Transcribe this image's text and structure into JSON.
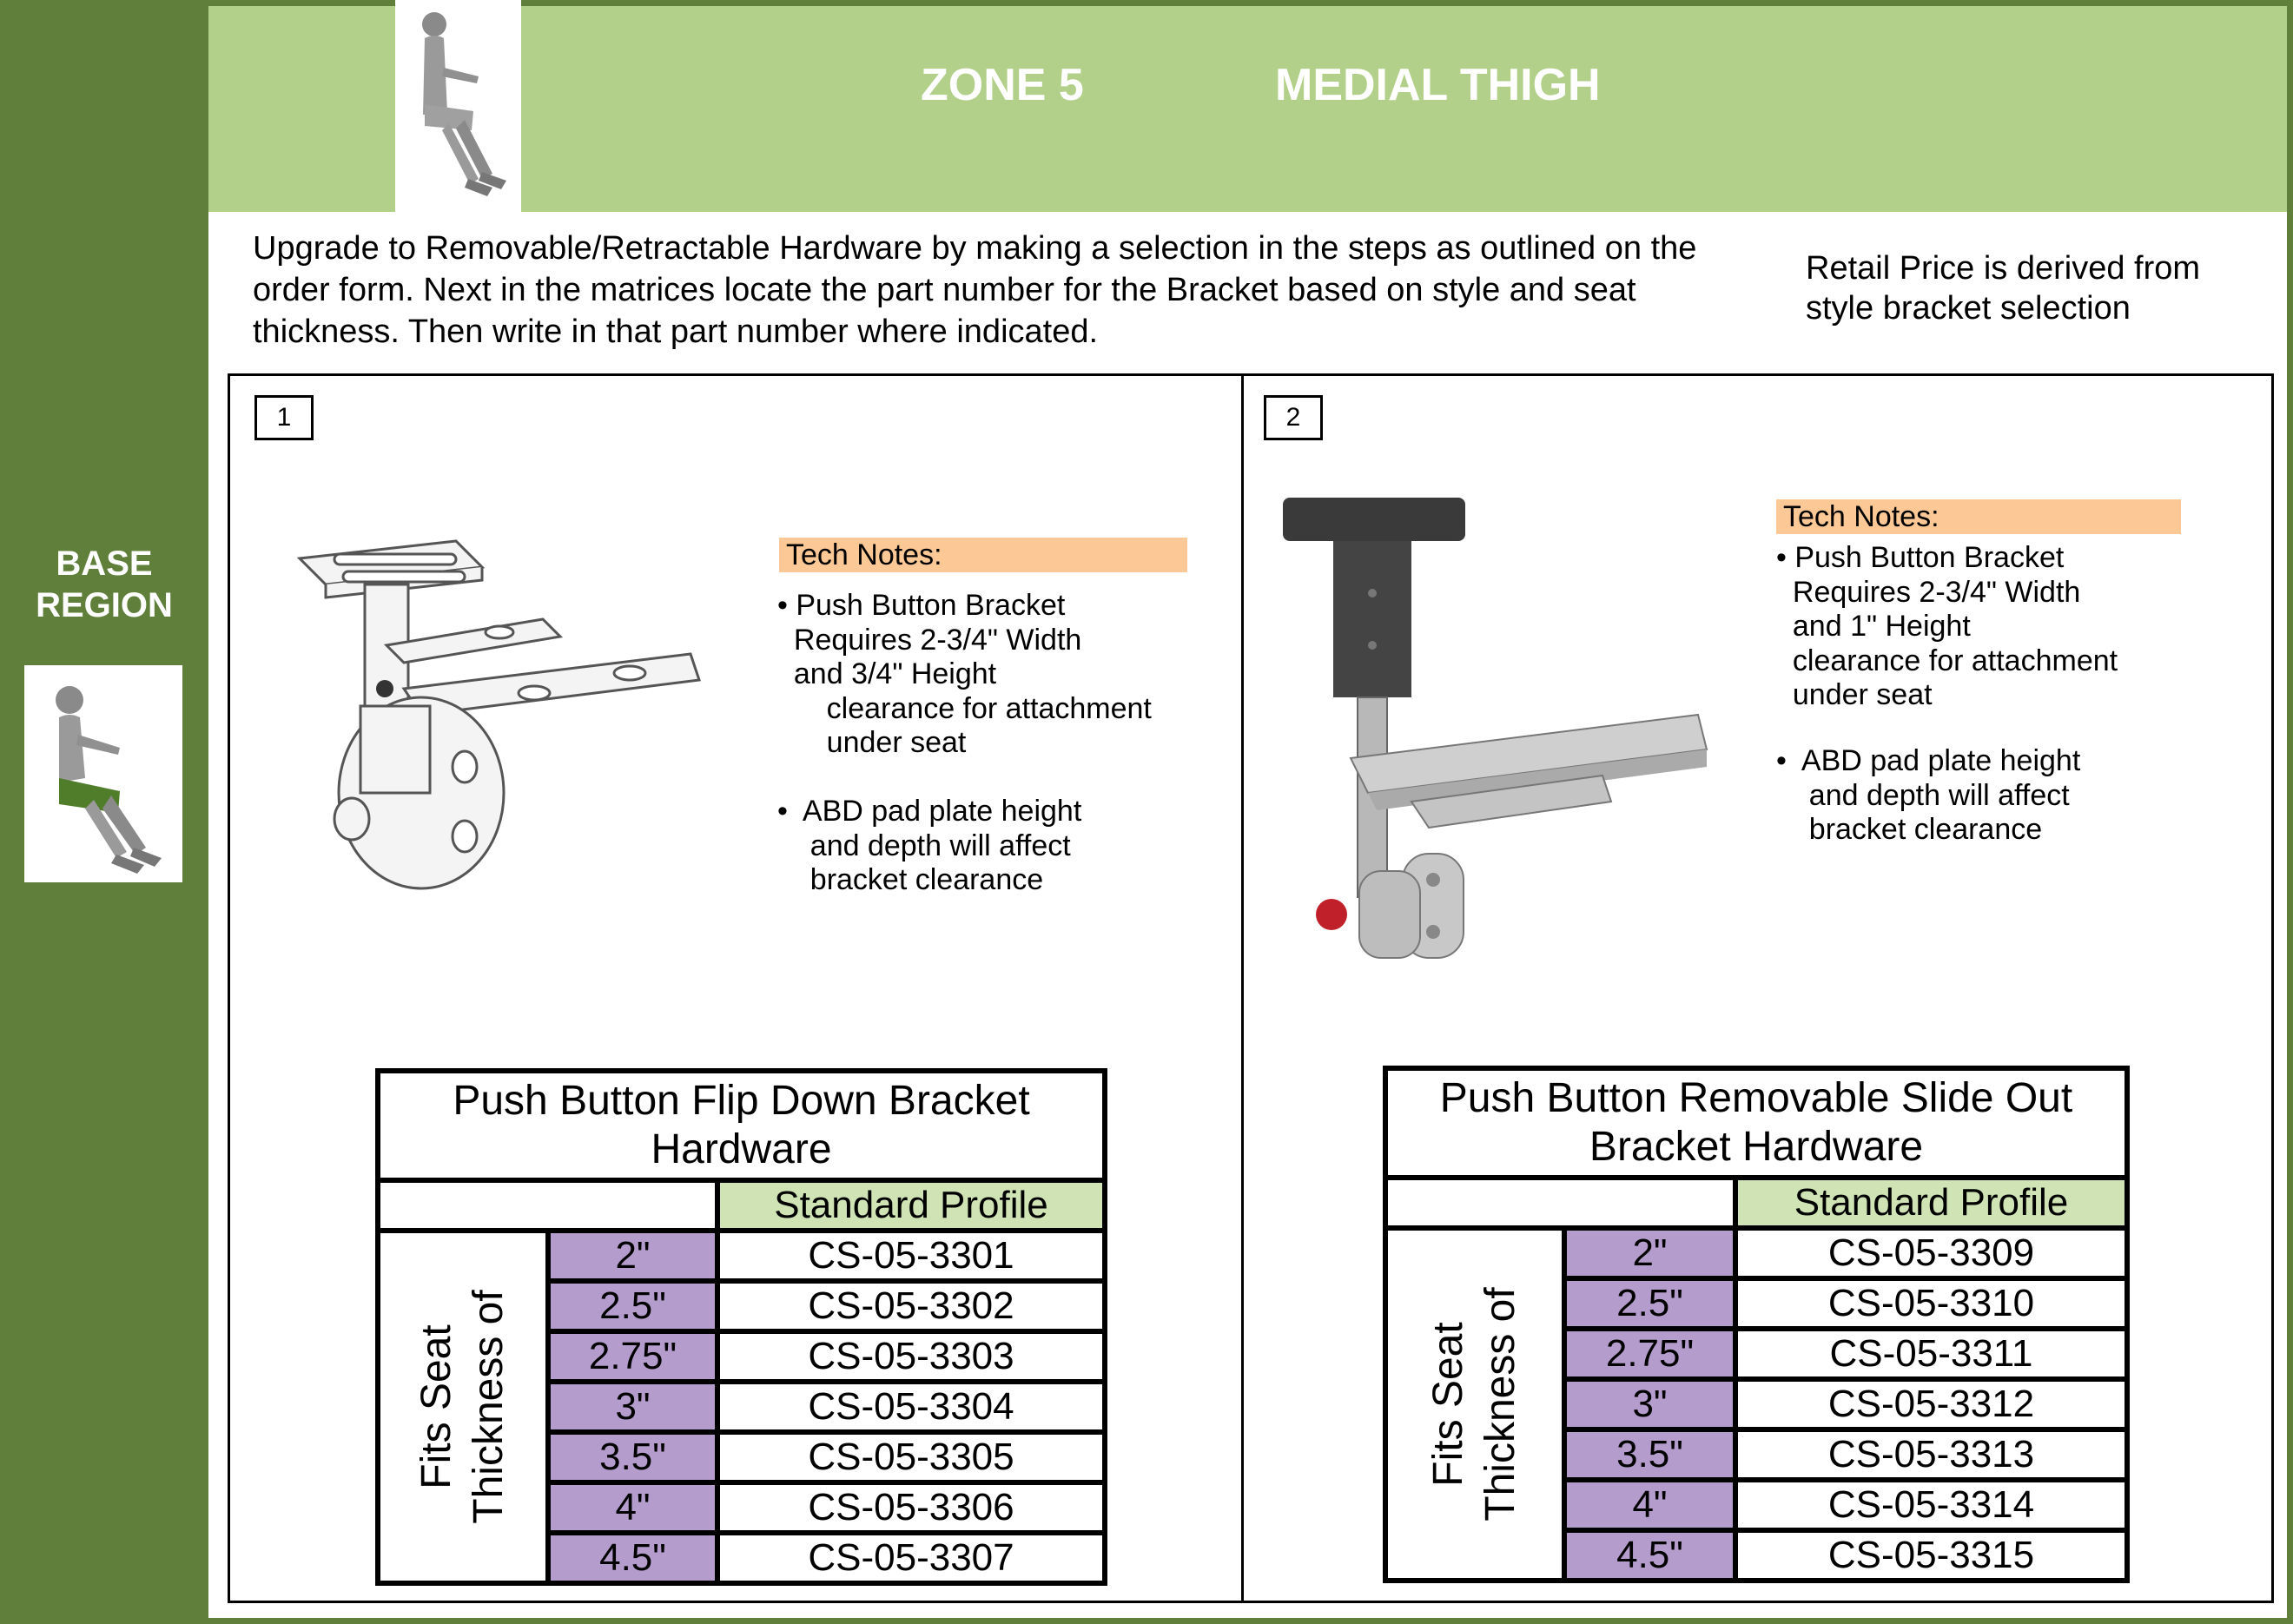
{
  "sidebar": {
    "region_title": "BASE\nREGION"
  },
  "header": {
    "zone": "ZONE 5",
    "zone_name": "MEDIAL THIGH"
  },
  "intro": "Upgrade to Removable/Retractable Hardware by making a selection in the steps as outlined on the order form. Next in the matrices locate the part number for the Bracket based on style and seat thickness. Then write in that part number where indicated.",
  "price_note": "Retail Price is derived from style bracket selection",
  "panels": [
    {
      "step": "1",
      "tech_head": "Tech Notes:",
      "tech_notes": [
        "• Push Button Bracket\n  Requires 2-3/4\" Width\n  and 3/4\" Height\n      clearance for attachment\n      under seat",
        "•  ABD pad plate height\n    and depth will affect\n    bracket clearance"
      ],
      "table_title": "Push Button Flip Down Bracket Hardware",
      "profile": "Standard Profile",
      "side_label": "Fits Seat\nThickness of",
      "rows": [
        {
          "thickness": "2\"",
          "part": "CS-05-3301"
        },
        {
          "thickness": "2.5\"",
          "part": "CS-05-3302"
        },
        {
          "thickness": "2.75\"",
          "part": "CS-05-3303"
        },
        {
          "thickness": "3\"",
          "part": "CS-05-3304"
        },
        {
          "thickness": "3.5\"",
          "part": "CS-05-3305"
        },
        {
          "thickness": "4\"",
          "part": "CS-05-3306"
        },
        {
          "thickness": "4.5\"",
          "part": "CS-05-3307"
        }
      ]
    },
    {
      "step": "2",
      "tech_head": "Tech Notes:",
      "tech_notes": [
        "• Push Button Bracket\n  Requires 2-3/4\" Width\n  and 1\" Height\n  clearance for attachment\n  under seat",
        "•  ABD pad plate height\n    and depth will affect\n    bracket clearance"
      ],
      "table_title": "Push Button Removable Slide Out Bracket Hardware",
      "profile": "Standard Profile",
      "side_label": "Fits Seat\nThickness of",
      "rows": [
        {
          "thickness": "2\"",
          "part": "CS-05-3309"
        },
        {
          "thickness": "2.5\"",
          "part": "CS-05-3310"
        },
        {
          "thickness": "2.75\"",
          "part": "CS-05-3311"
        },
        {
          "thickness": "3\"",
          "part": "CS-05-3312"
        },
        {
          "thickness": "3.5\"",
          "part": "CS-05-3313"
        },
        {
          "thickness": "4\"",
          "part": "CS-05-3314"
        },
        {
          "thickness": "4.5\"",
          "part": "CS-05-3315"
        }
      ]
    }
  ],
  "colors": {
    "sidebar": "#5f7f3a",
    "header": "#b3d08a",
    "tech_note": "#fbc896",
    "profile": "#cfe3b5",
    "thickness": "#b49ccc"
  }
}
